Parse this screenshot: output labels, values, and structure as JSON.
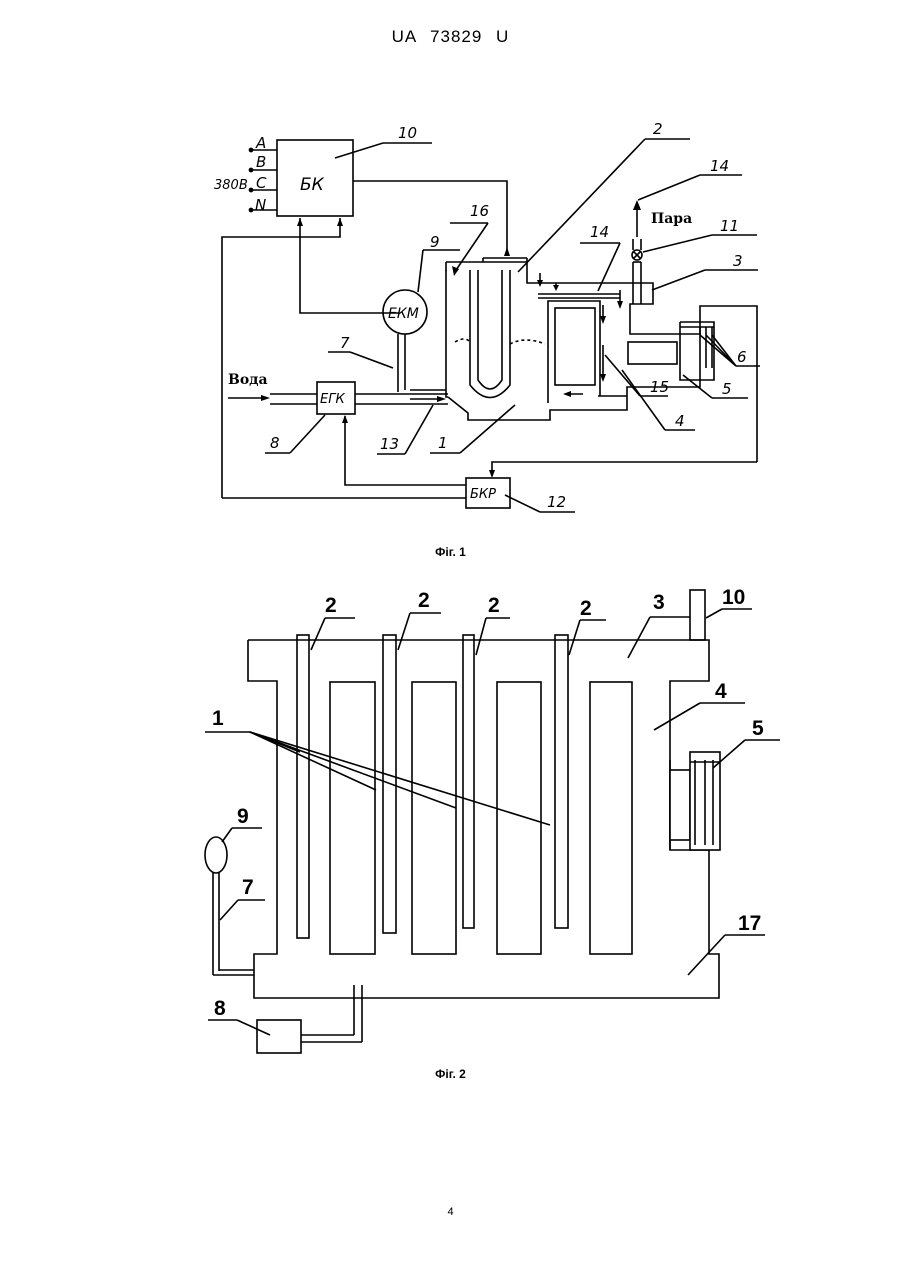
{
  "header": {
    "doc_id": "UA   73829   U"
  },
  "fig1": {
    "caption": "Фіг. 1",
    "blocks": {
      "bk": "БК",
      "ekm": "ЕКМ",
      "egk": "ЕГК",
      "bkr": "БКР"
    },
    "phases": [
      "A",
      "B",
      "C",
      "N"
    ],
    "voltage": "380В",
    "inlet_label": "Вода",
    "outlet_label": "Пара",
    "callouts": {
      "c1": "1",
      "c2": "2",
      "c3": "3",
      "c4": "4",
      "c5": "5",
      "c6": "6",
      "c7": "7",
      "c8": "8",
      "c9": "9",
      "c10": "10",
      "c11": "11",
      "c12": "12",
      "c13": "13",
      "c14a": "14",
      "c14b": "14",
      "c15": "15",
      "c16": "16"
    }
  },
  "fig2": {
    "caption": "Фіг. 2",
    "callouts": {
      "c1": "1",
      "c2a": "2",
      "c2b": "2",
      "c2c": "2",
      "c2d": "2",
      "c3": "3",
      "c4": "4",
      "c5": "5",
      "c7": "7",
      "c8": "8",
      "c9": "9",
      "c10": "10",
      "c17": "17"
    }
  },
  "page_number": "4"
}
